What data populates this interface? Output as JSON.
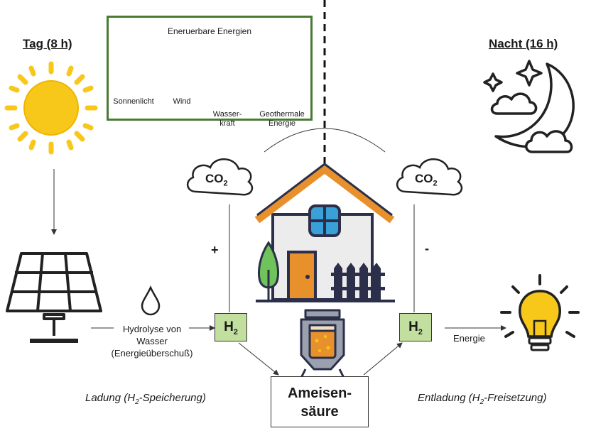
{
  "day": {
    "title": "Tag (8 h)"
  },
  "night": {
    "title": "Nacht (16 h)"
  },
  "renewables": {
    "title": "Eneruerbare Energien",
    "items": [
      {
        "label": "Sonnenlicht",
        "icon": "solar-panel-icon"
      },
      {
        "label": "Wind",
        "icon": "wind-turbine-icon"
      },
      {
        "label": "Wasser-\nkraft",
        "icon": "hydropower-icon"
      },
      {
        "label": "Geothermale\nEnergie",
        "icon": "geothermal-icon"
      }
    ]
  },
  "co2_label": "CO",
  "co2_sub": "2",
  "h2_label": "H",
  "h2_sub": "2",
  "plus_sign": "+",
  "minus_sign": "-",
  "hydrolysis": {
    "line1": "Hydrolyse von",
    "line2": "Wasser",
    "line3": "(Energieüberschuß)"
  },
  "energy_label": "Energie",
  "formic_acid": {
    "line1": "Ameisen-",
    "line2": "säure"
  },
  "charging": {
    "prefix": "Ladung (H",
    "sub": "2",
    "suffix": "-Speicherung)"
  },
  "discharging": {
    "prefix": "Entladung (H",
    "sub": "2",
    "suffix": "-Freisetzung)"
  },
  "colors": {
    "green_border": "#4a7a32",
    "h2_fill": "#c3df9f",
    "sun": "#f5c518",
    "roof": "#e8902b",
    "bulb": "#f5c518"
  }
}
